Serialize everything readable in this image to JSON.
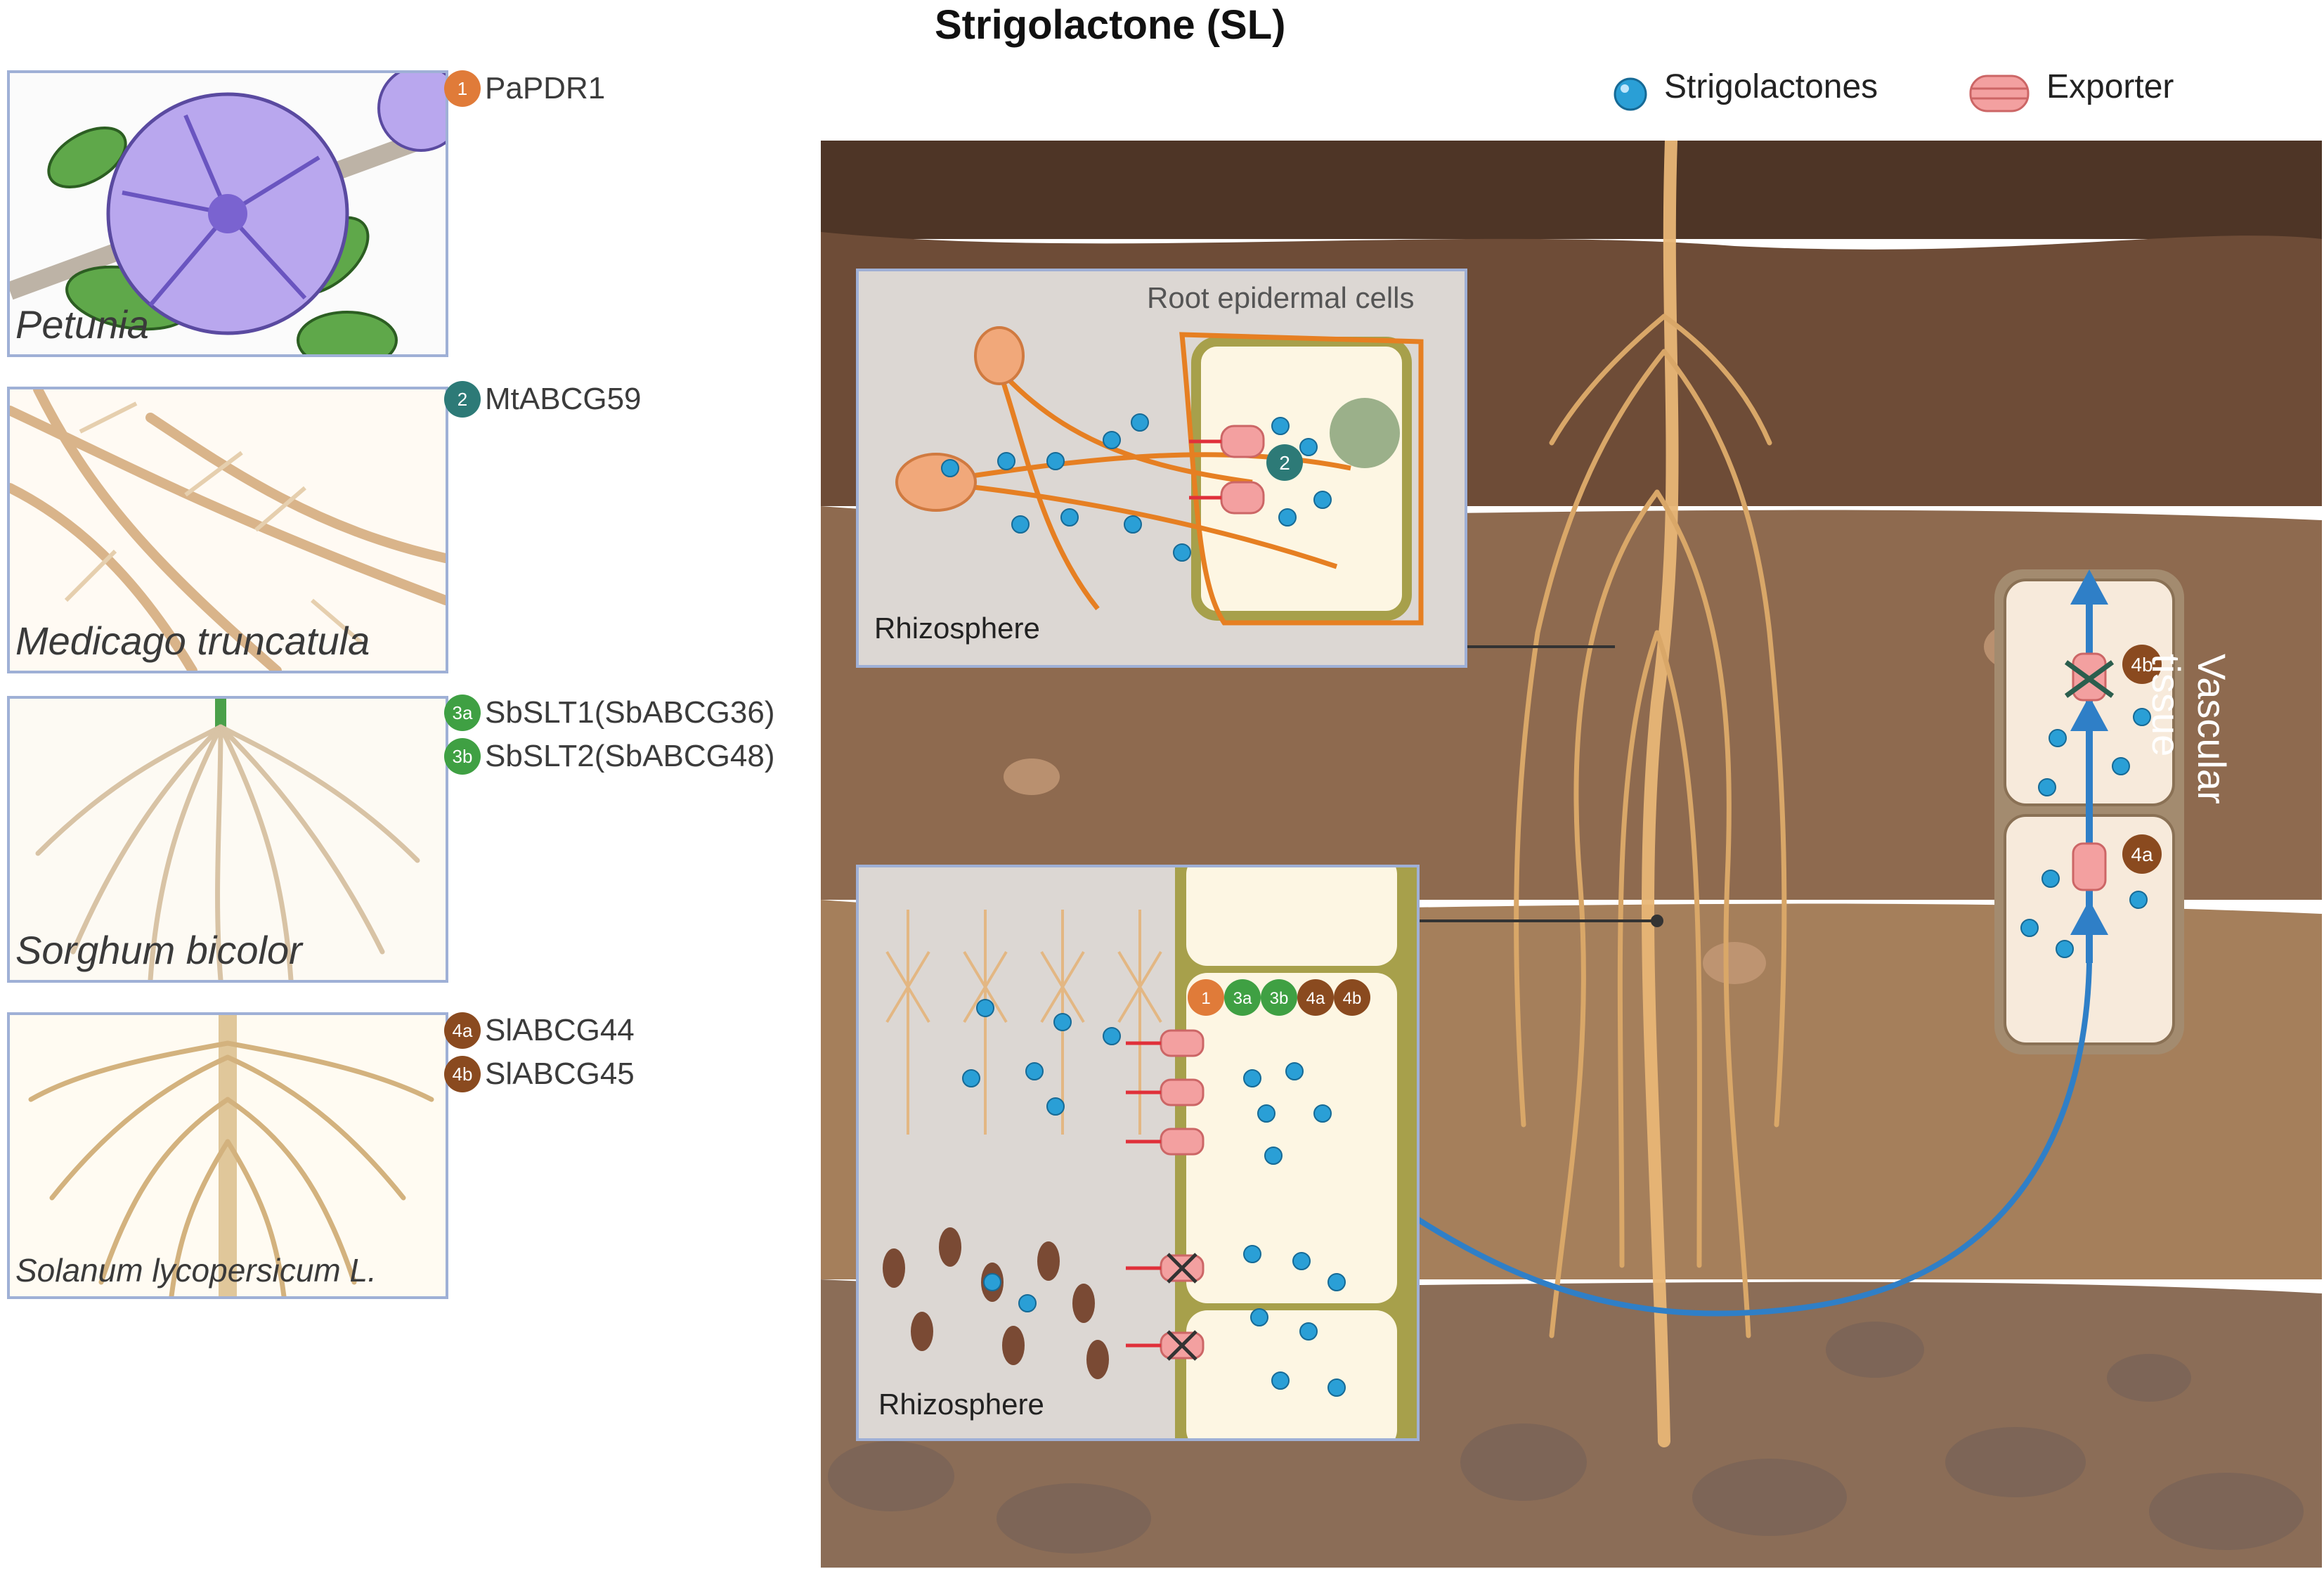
{
  "title": "Strigolactone (SL)",
  "legend": [
    {
      "label": "Strigolactones",
      "icon": "strigolactone-dot-icon",
      "color": "#2a9fd6"
    },
    {
      "label": "Exporter",
      "icon": "exporter-icon",
      "color": "#f29a9a"
    }
  ],
  "species": [
    {
      "name": "Petunia"
    },
    {
      "name": "Medicago truncatula"
    },
    {
      "name": "Sorghum bicolor"
    },
    {
      "name": "Solanum lycopersicum L."
    }
  ],
  "genes": [
    {
      "badge": "1",
      "label": "PaPDR1",
      "color": "#e07b39"
    },
    {
      "badge": "2",
      "label": "MtABCG59",
      "color": "#2d7a77"
    },
    {
      "badge": "3a",
      "label": "SbSLT1(SbABCG36)",
      "color": "#3fa043"
    },
    {
      "badge": "3b",
      "label": "SbSLT2(SbABCG48)",
      "color": "#3fa043"
    },
    {
      "badge": "4a",
      "label": "SlABCG44",
      "color": "#8a4a1f"
    },
    {
      "badge": "4b",
      "label": "SlABCG45",
      "color": "#8a4a1f"
    }
  ],
  "insets": {
    "epidermal_title": "Root epidermal cells",
    "rhizosphere_top": "Rhizosphere",
    "rhizosphere_bottom": "Rhizosphere",
    "badge_2": "2",
    "badge_row": [
      "1",
      "3a",
      "3b",
      "4a",
      "4b"
    ]
  },
  "vascular": {
    "label": "Vascular tissue",
    "badge_4a": "4a",
    "badge_4b": "4b"
  }
}
